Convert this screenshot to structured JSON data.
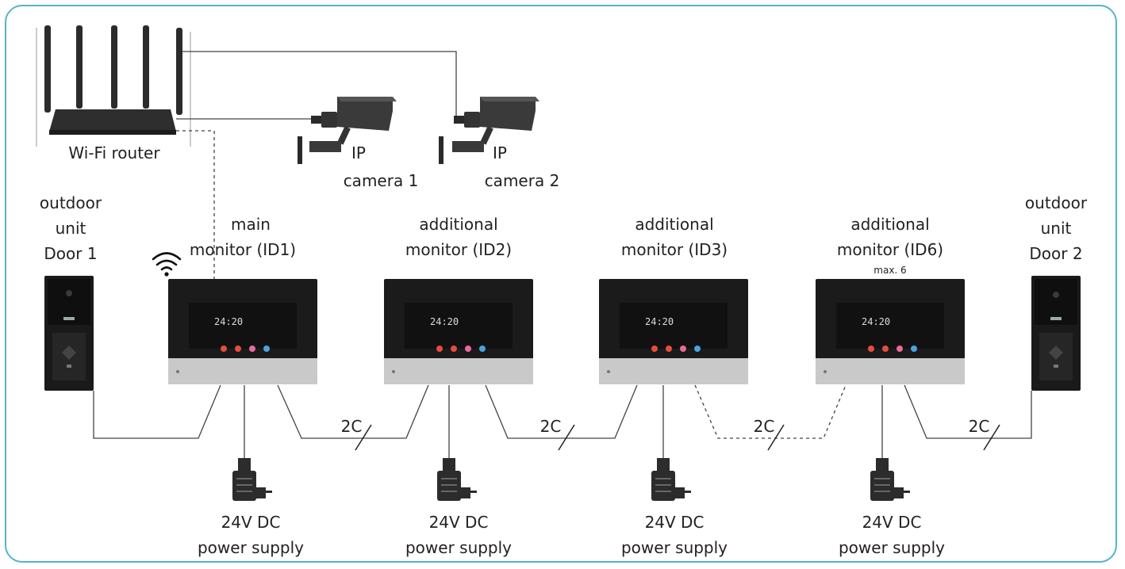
{
  "router": {
    "label": "Wi-Fi router"
  },
  "cameras": [
    {
      "line1": "IP",
      "line2": "camera 1"
    },
    {
      "line1": "IP",
      "line2": "camera 2"
    }
  ],
  "outdoor_units": [
    {
      "line1": "outdoor",
      "line2": "unit",
      "line3": "Door 1"
    },
    {
      "line1": "outdoor",
      "line2": "unit",
      "line3": "Door 2"
    }
  ],
  "monitors": [
    {
      "line1": "main",
      "line2": "monitor (ID1)",
      "screen_time": "24:20"
    },
    {
      "line1": "additional",
      "line2": "monitor (ID2)",
      "screen_time": "24:20"
    },
    {
      "line1": "additional",
      "line2": "monitor (ID3)",
      "screen_time": "24:20"
    },
    {
      "line1": "additional",
      "line2": "monitor (ID6)",
      "note": "max. 6",
      "screen_time": "24:20"
    }
  ],
  "wire_label": "2C",
  "power_supply": {
    "line1": "24V DC",
    "line2": "power supply"
  },
  "colors": {
    "frame": "#4fb6c8",
    "wire": "#444444",
    "device_dark": "#1a1a1a",
    "monitor_silver": "#c9c9c9"
  }
}
